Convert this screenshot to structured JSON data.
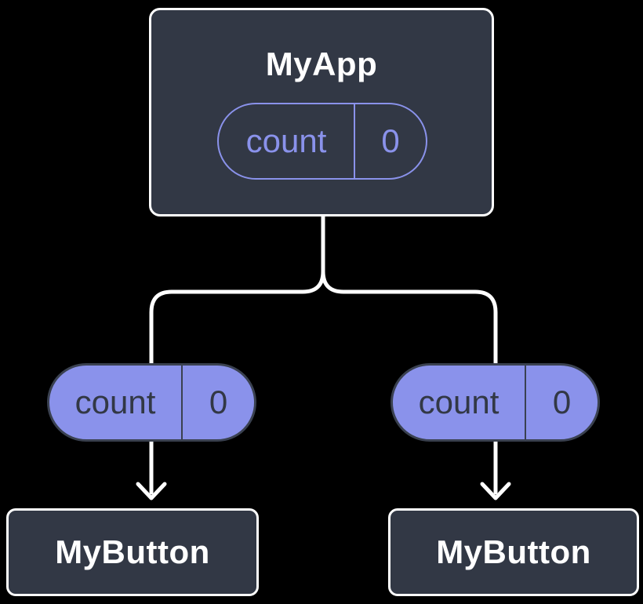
{
  "colors": {
    "background": "#000000",
    "node_fill": "#323845",
    "node_border": "#ffffff",
    "accent_purple": "#8a92eb",
    "pill_dark_text": "#323845",
    "connector": "#ffffff"
  },
  "root_node": {
    "title": "MyApp",
    "state_pill": {
      "name": "count",
      "value": "0"
    }
  },
  "children": [
    {
      "title": "MyButton",
      "prop_pill": {
        "name": "count",
        "value": "0"
      }
    },
    {
      "title": "MyButton",
      "prop_pill": {
        "name": "count",
        "value": "0"
      }
    }
  ]
}
